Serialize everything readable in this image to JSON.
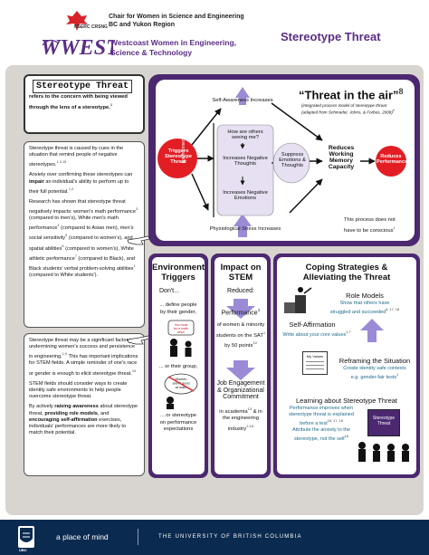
{
  "header": {
    "nserc_logo_text": "NSERC CRSNG",
    "chair_line1": "Chair for Women in Science and Engineering",
    "chair_line2": "BC and Yukon Region",
    "wwest_logo_text": "WWEST",
    "org_line1": "Westcoast Women in Engineering,",
    "org_line2": "Science & Technology",
    "title": "Stereotype Threat"
  },
  "definition": {
    "title": "Stereotype Threat",
    "text": "refers to the concern with being viewed through the lens of a stereotype.",
    "ref": "1"
  },
  "description": {
    "p1": "Stereotype threat is caused by cues in the situation that remind people of negative stereotypes.",
    "p1_ref": "1,3,15",
    "p2_a": "Anxiety over confirming these stereotypes can ",
    "p2_bold": "impair",
    "p2_b": " an individual's ability to perform up to their full potential.",
    "p2_ref": "1,2",
    "p3_a": "Research has shown that stereotype threat negatively impacts: women's math performance",
    "p3_r1": "3",
    "p3_b": " (compared to men's), White men's math performance",
    "p3_r2": "4",
    "p3_c": " (compared to Asian men), men's social sensitivity",
    "p3_r3": "5",
    "p3_d": " (compared to women's), and spatial abilities",
    "p3_r4": "6",
    "p3_e": " (compared to women's), White athletic performance",
    "p3_r5": "7",
    "p3_f": " (compared to Black), and Black students' verbal problem-solving abilities",
    "p3_r6": "1",
    "p3_g": " (compared to White students')."
  },
  "implications": {
    "p1": "Stereotype threat may be a significant factor in undermining women's success and persistence in engineering.",
    "p1_r1": "1,9",
    "p1_b": " This has important implications for STEM fields. A simple reminder of one's race or gender is enough to elicit stereotype threat.",
    "p1_r2": "10",
    "p2": "STEM fields should consider ways to create identity safe environments to help people overcome stereotype threat.",
    "p3_a": "By actively ",
    "p3_b1": "raising awareness",
    "p3_c": " about stereotype threat, ",
    "p3_b2": "providing role models",
    "p3_d": ", and ",
    "p3_b3": "encouraging self-affirmation",
    "p3_e": " exercises, individuals' performances are more likely to match their potential."
  },
  "model": {
    "title": "“Threat in the air”",
    "title_ref": "8",
    "subtitle1": "(integrated process model of stereotype threat",
    "subtitle2": "(adapted from Schmader, Johns, & Forbes, 2008)",
    "subtitle_ref": "8",
    "env_trigger": "Environment",
    "triggers": "Triggers Stereotype Threat",
    "self_awareness": "Self-Awareness Increases",
    "how_others": "How are others seeing me?",
    "neg_thoughts": "Increases Negative Thoughts",
    "neg_emotions": "Increases Negative Emotions",
    "physio": "Physiological Stress Increases",
    "suppress": "Suppress Emotions & Thoughts",
    "wm": "Reduces Working Memory Capacity",
    "performance": "Reduces Performance",
    "note": "This process does not have to be conscious",
    "note_ref": "1"
  },
  "env_triggers": {
    "title1": "Environment",
    "title2": "Triggers",
    "dont": "Don't...",
    "item1a": "... define people",
    "item1b": "by their gender,",
    "sign1a": "You must",
    "sign1b": "be a math",
    "sign1c": "whiz!",
    "item2": "... or their group,",
    "bubble_a": "Women",
    "bubble_b": "aren't good",
    "bubble_c": "at math",
    "item3a": "... or stereotype",
    "item3b": "on performance",
    "item3c": "expectations"
  },
  "stem": {
    "title1": "Impact on",
    "title2": "STEM",
    "reduced": "Reduced:",
    "performance": "Performance",
    "perf_ref": "3",
    "perf_text1": "of women & minority",
    "perf_text2": "students on the SAT",
    "perf_text2_ref": "1",
    "perf_text3": "by 50 points",
    "perf_text3_ref": "10",
    "engagement1": "Job Engagement",
    "engagement2": "& Organizational",
    "engagement3": "Commitment",
    "eng_text1": "in academia",
    "eng_text1_ref": "13",
    "eng_text1b": " & in",
    "eng_text2": "the engineering",
    "eng_text3": "industry",
    "eng_text3_ref": "2,15"
  },
  "coping": {
    "title1": "Coping Strategies &",
    "title2": "Alleviating the Threat",
    "role_models": "Role Models",
    "role_text1": "Show that others have",
    "role_text2": "struggled and succeeded",
    "role_ref": "6, 17, 18",
    "self_aff": "Self-Affirmation",
    "self_aff_text": "Write about your core values",
    "self_aff_ref": "1,7",
    "values_card": "My Values",
    "reframe": "Reframing the Situation",
    "reframe_text1": "Create identity safe contexts",
    "reframe_text2": "e.g. gender-fair tests",
    "reframe_ref": "1",
    "learning": "Learning about Stereotype Threat",
    "learn_text1": "Performance improves when",
    "learn_text2": "stereotype threat is explained",
    "learn_text3": "before a test",
    "learn_ref": "16, 17, 18",
    "attrib_text1": "Attribute the anxiety to the",
    "attrib_text2": "stereotype, not the self",
    "attrib_ref": "16",
    "board_text": "Stereotype Threat"
  },
  "footer": {
    "ubc": "UBC",
    "tagline": "a place of mind",
    "university": "THE UNIVERSITY OF BRITISH COLUMBIA"
  }
}
